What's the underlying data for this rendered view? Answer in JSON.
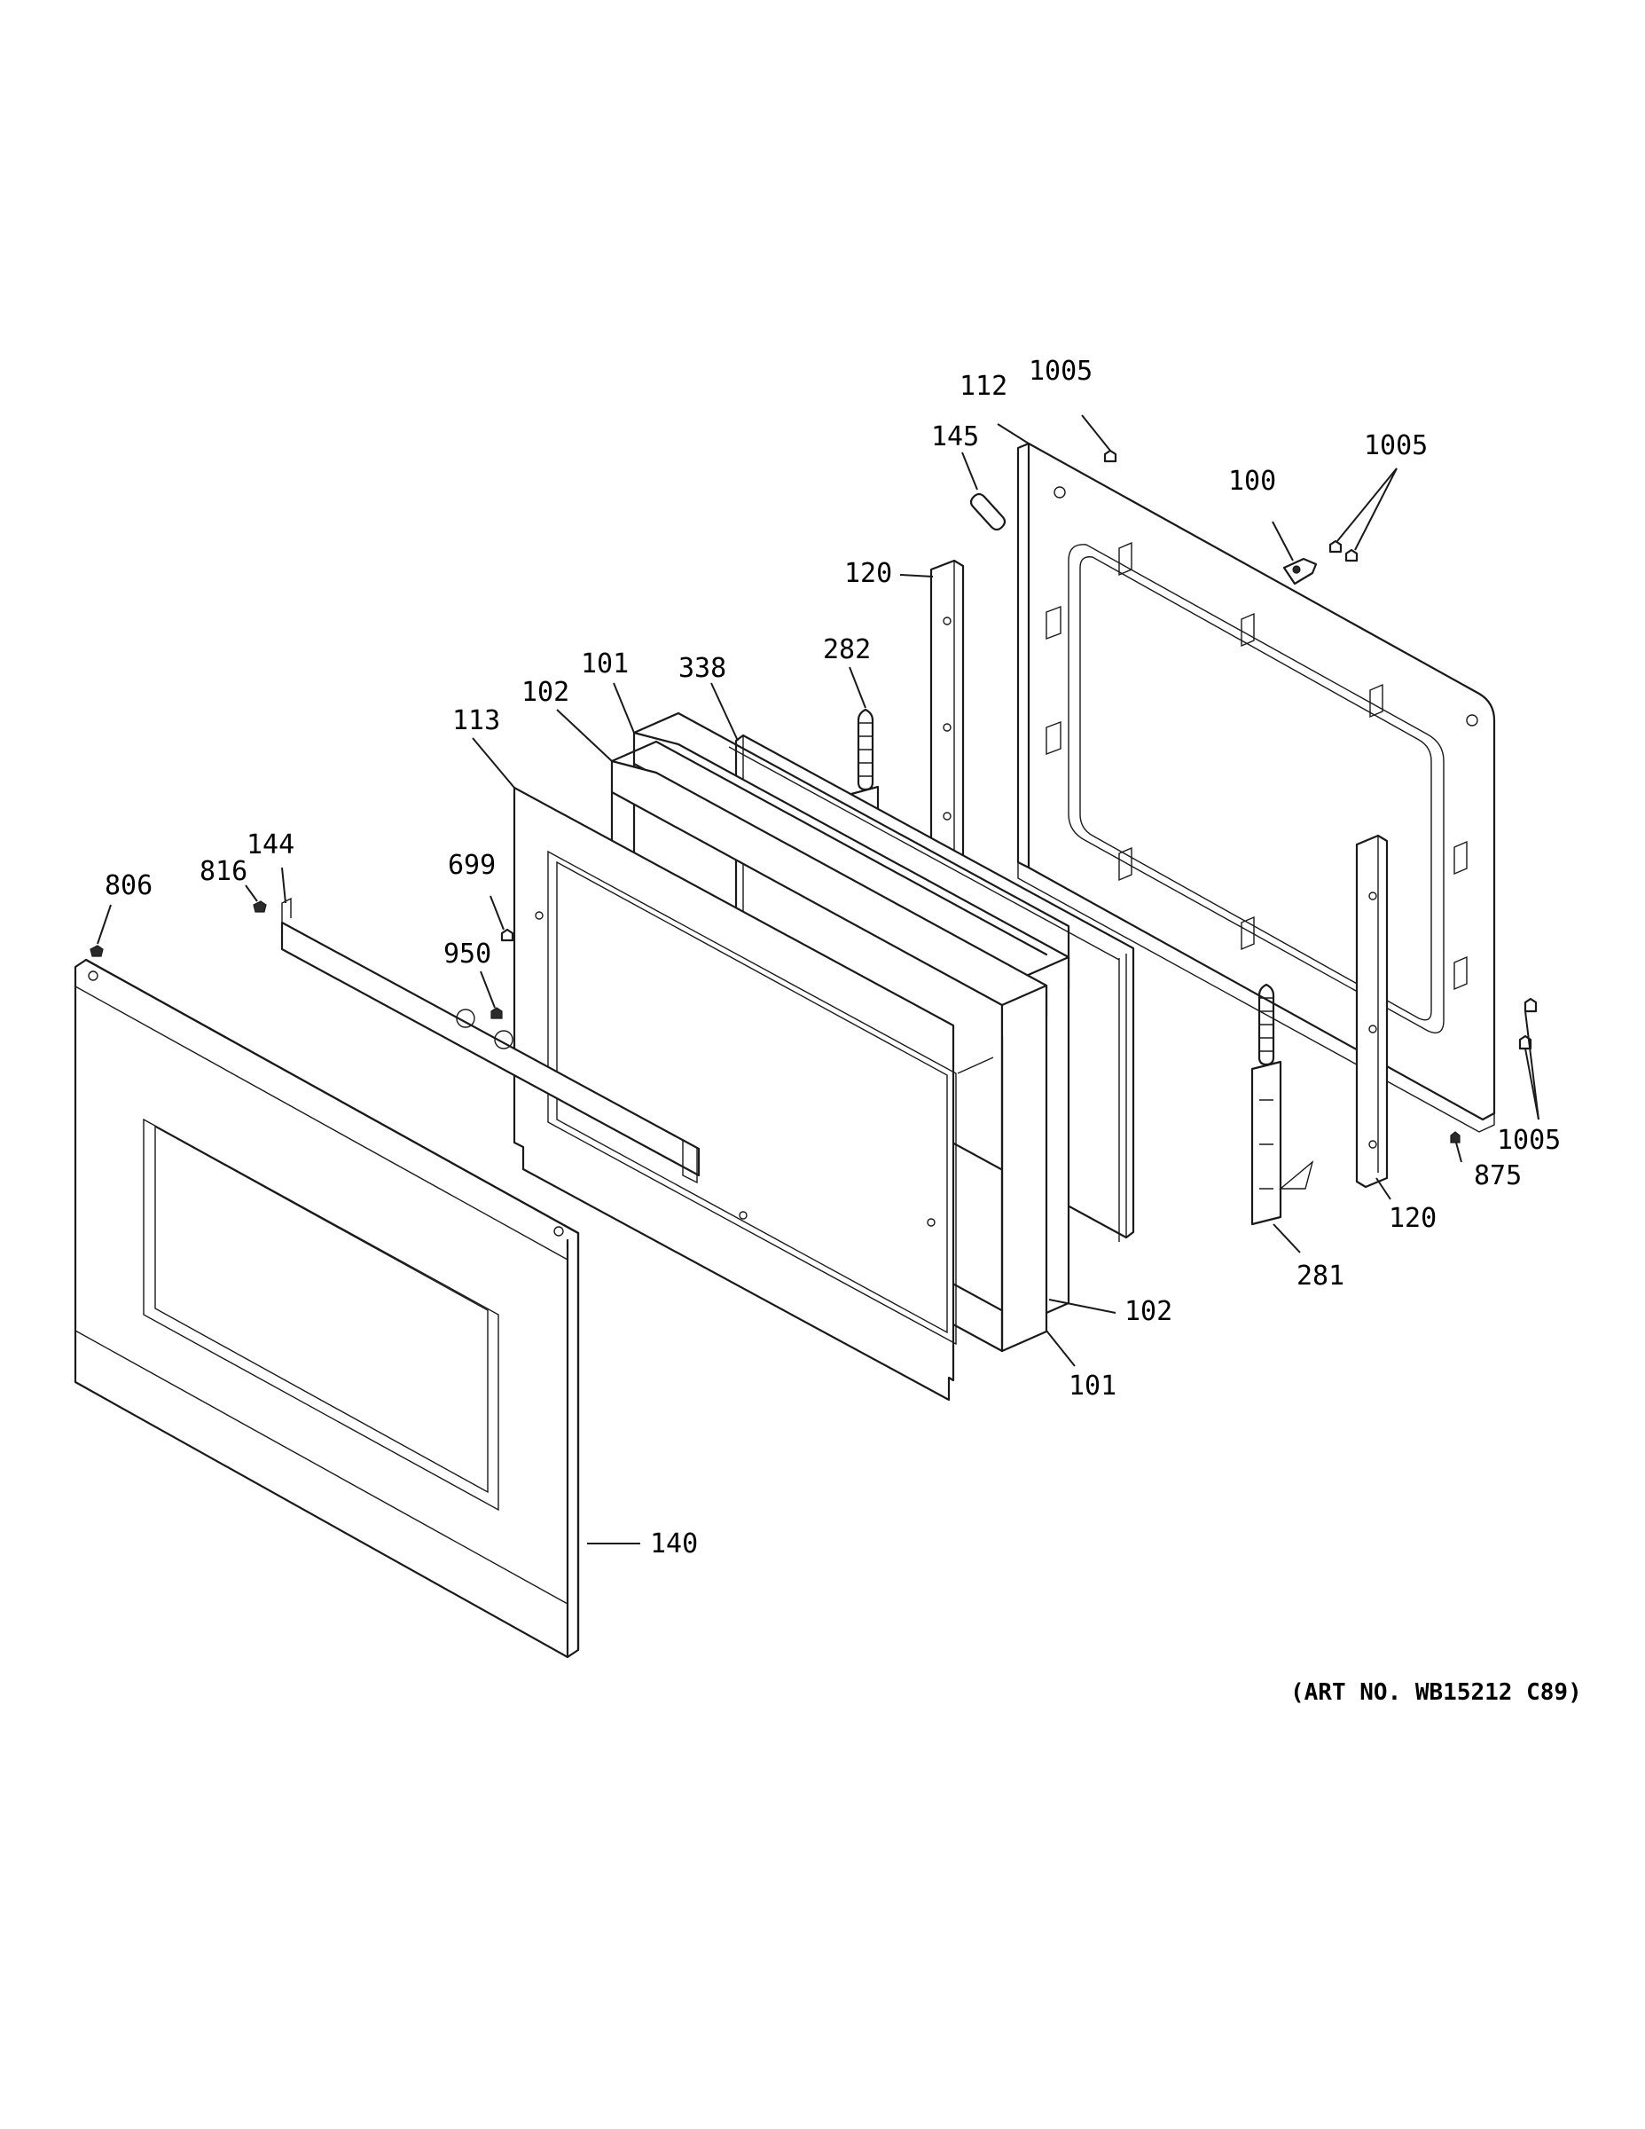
{
  "diagram": {
    "art_number": "(ART NO. WB15212 C89)",
    "callouts": [
      {
        "id": "c1005a",
        "label": "1005"
      },
      {
        "id": "c112",
        "label": "112"
      },
      {
        "id": "c145",
        "label": "145"
      },
      {
        "id": "c1005b",
        "label": "1005"
      },
      {
        "id": "c100",
        "label": "100"
      },
      {
        "id": "c120a",
        "label": "120"
      },
      {
        "id": "c282",
        "label": "282"
      },
      {
        "id": "c101a",
        "label": "101"
      },
      {
        "id": "c338",
        "label": "338"
      },
      {
        "id": "c102a",
        "label": "102"
      },
      {
        "id": "c113",
        "label": "113"
      },
      {
        "id": "c144",
        "label": "144"
      },
      {
        "id": "c806",
        "label": "806"
      },
      {
        "id": "c816",
        "label": "816"
      },
      {
        "id": "c699",
        "label": "699"
      },
      {
        "id": "c950",
        "label": "950"
      },
      {
        "id": "c1005c",
        "label": "1005"
      },
      {
        "id": "c875",
        "label": "875"
      },
      {
        "id": "c120b",
        "label": "120"
      },
      {
        "id": "c281",
        "label": "281"
      },
      {
        "id": "c102b",
        "label": "102"
      },
      {
        "id": "c101b",
        "label": "101"
      },
      {
        "id": "c140",
        "label": "140"
      }
    ]
  }
}
